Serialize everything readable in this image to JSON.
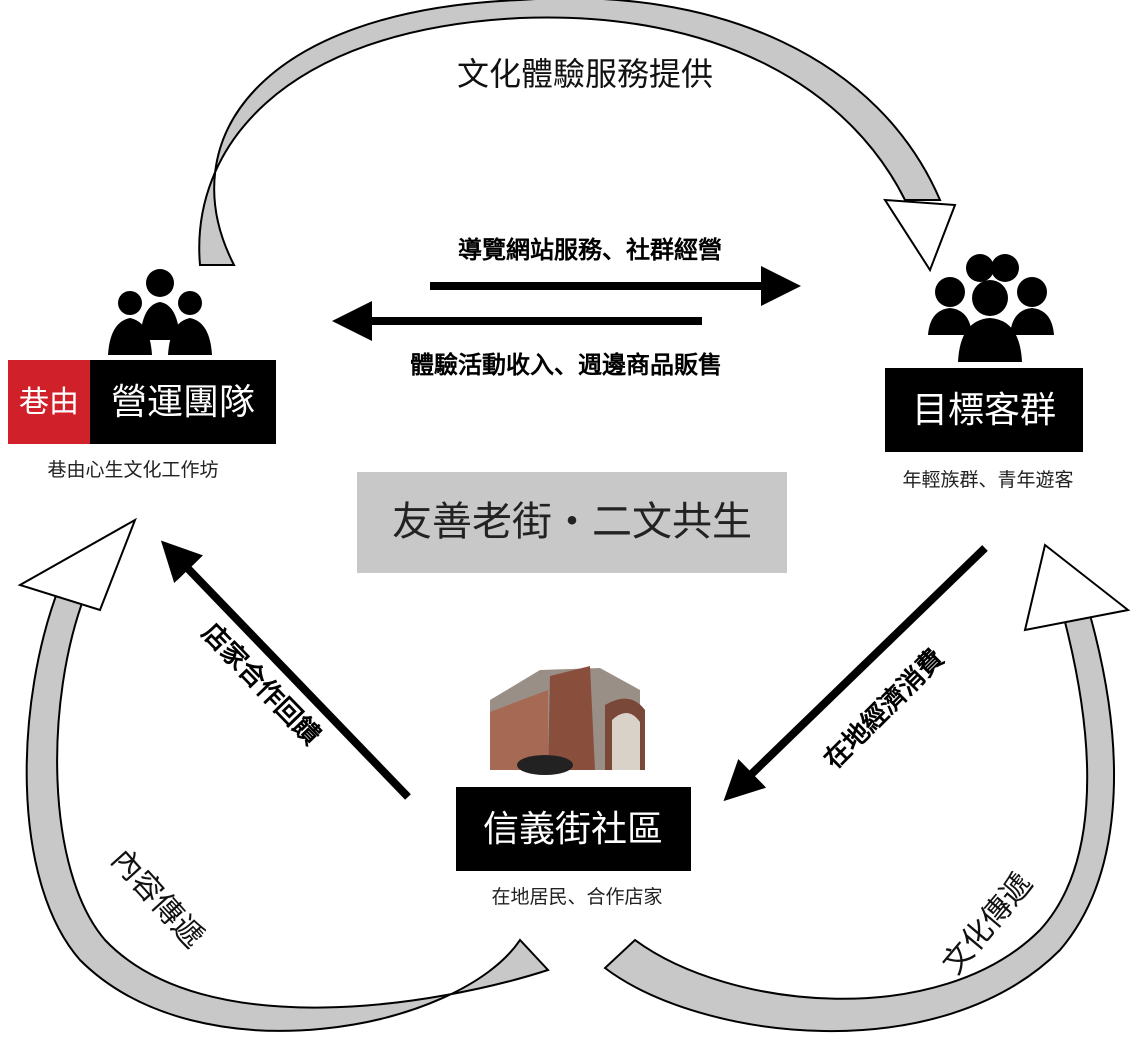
{
  "center": {
    "title": "友善老街・二文共生"
  },
  "nodes": {
    "team": {
      "label": "營運團隊",
      "logo_text": "巷由",
      "subtitle": "巷由心生文化工作坊"
    },
    "target": {
      "label": "目標客群",
      "subtitle": "年輕族群、青年遊客"
    },
    "community": {
      "label": "信義街社區",
      "subtitle": "在地居民、合作店家"
    }
  },
  "flows": {
    "top_arc": "文化體驗服務提供",
    "to_target": "導覽網站服務、社群經營",
    "to_team": "體驗活動收入、週邊商品販售",
    "store_feedback": "店家合作回饋",
    "local_consumption": "在地經濟消費",
    "content_delivery": "內容傳遞",
    "culture_delivery": "文化傳遞"
  },
  "colors": {
    "logo_red": "#d0202a",
    "label_bg": "#000000",
    "center_bg": "#c8c8c8",
    "arc_fill": "#c8c8c8"
  }
}
